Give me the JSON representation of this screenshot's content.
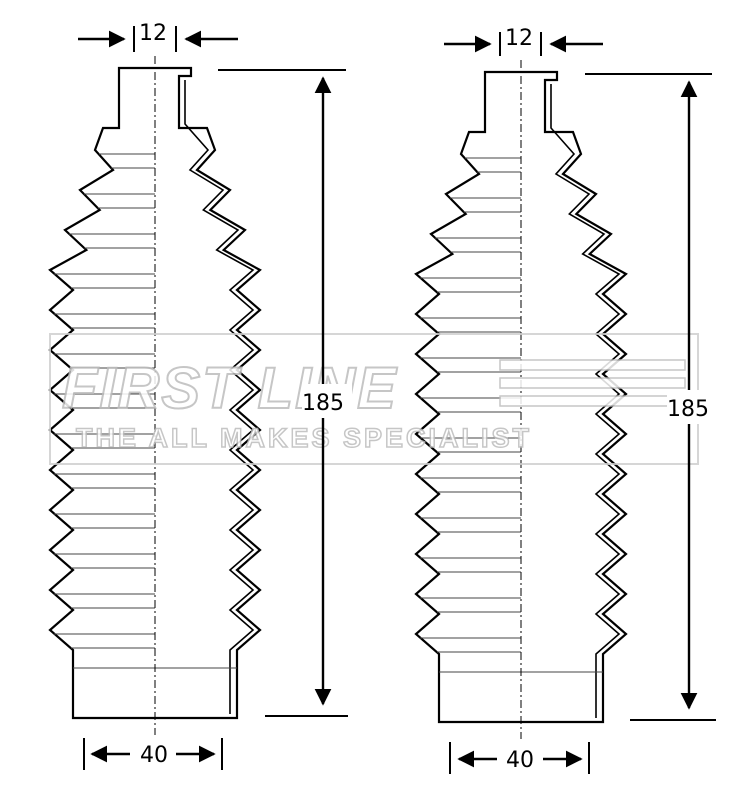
{
  "parts": [
    {
      "id": "left",
      "dimensions": {
        "top_diameter": "12",
        "bottom_diameter": "40",
        "length": "185"
      }
    },
    {
      "id": "right",
      "dimensions": {
        "top_diameter": "12",
        "bottom_diameter": "40",
        "length": "185"
      }
    }
  ],
  "watermark": {
    "brand": "FIRST LINE",
    "tagline": "THE ALL MAKES SPECIALIST"
  },
  "colors": {
    "line": "#000000",
    "watermark_outline": "#bdbdbd",
    "background": "#ffffff"
  }
}
